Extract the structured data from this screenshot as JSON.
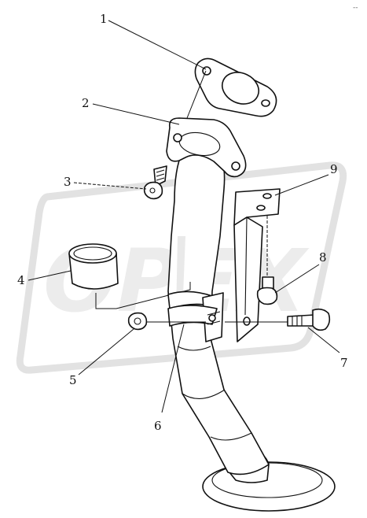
{
  "corner_mark": "--",
  "watermark": "OPEX",
  "callouts": [
    {
      "id": "1",
      "label": "1"
    },
    {
      "id": "2",
      "label": "2"
    },
    {
      "id": "3",
      "label": "3"
    },
    {
      "id": "4",
      "label": "4"
    },
    {
      "id": "5",
      "label": "5"
    },
    {
      "id": "6",
      "label": "6"
    },
    {
      "id": "7",
      "label": "7"
    },
    {
      "id": "8",
      "label": "8"
    },
    {
      "id": "9",
      "label": "9"
    }
  ]
}
